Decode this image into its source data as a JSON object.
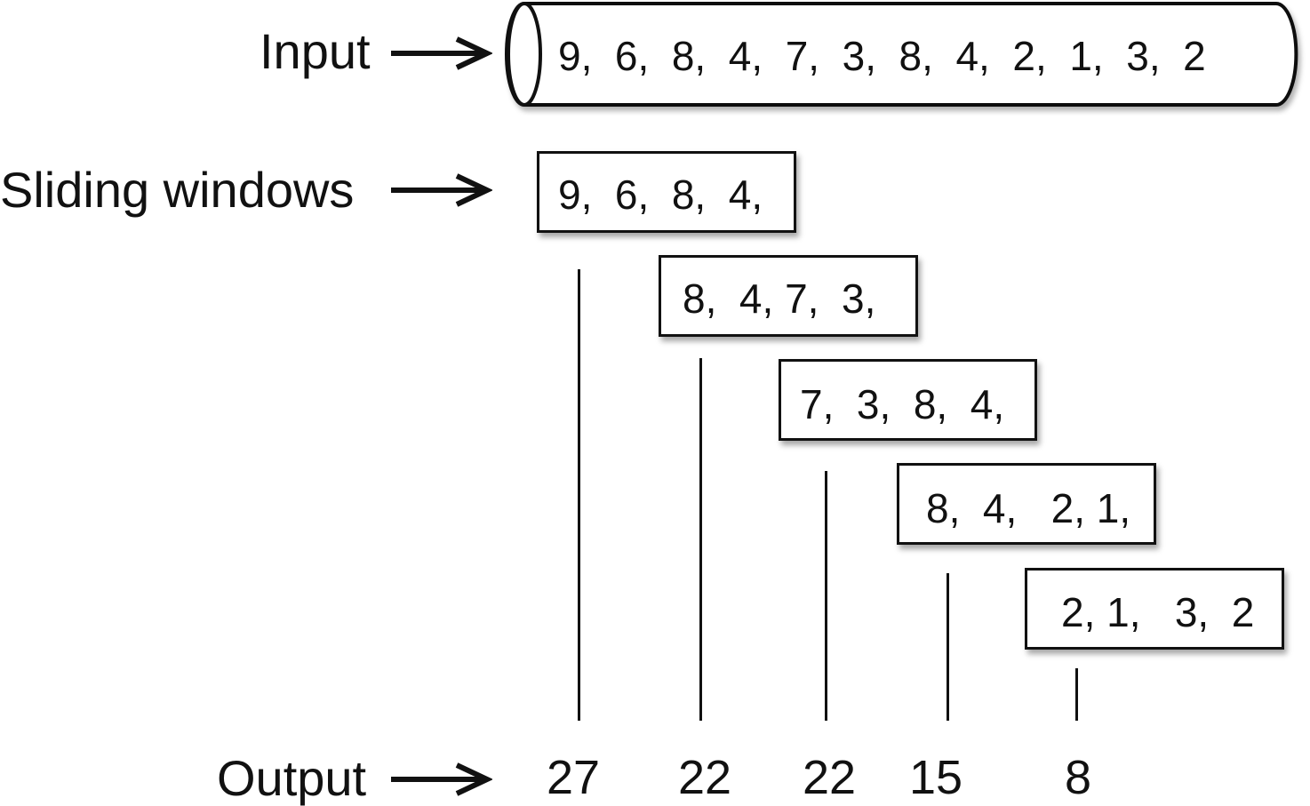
{
  "labels": {
    "input": "Input",
    "sliding_windows": "Sliding windows",
    "output": "Output"
  },
  "input_text": "9,  6,  8,  4,  7,  3,  8,  4,  2,  1,  3,  2",
  "windows": [
    "9,  6,  8,  4,",
    "8,  4, 7,  3,",
    "7,  3,  8,  4,",
    "8,  4,   2, 1,",
    "2, 1,   3,  2"
  ],
  "outputs": [
    "27",
    "22",
    "22",
    "15",
    "8"
  ]
}
